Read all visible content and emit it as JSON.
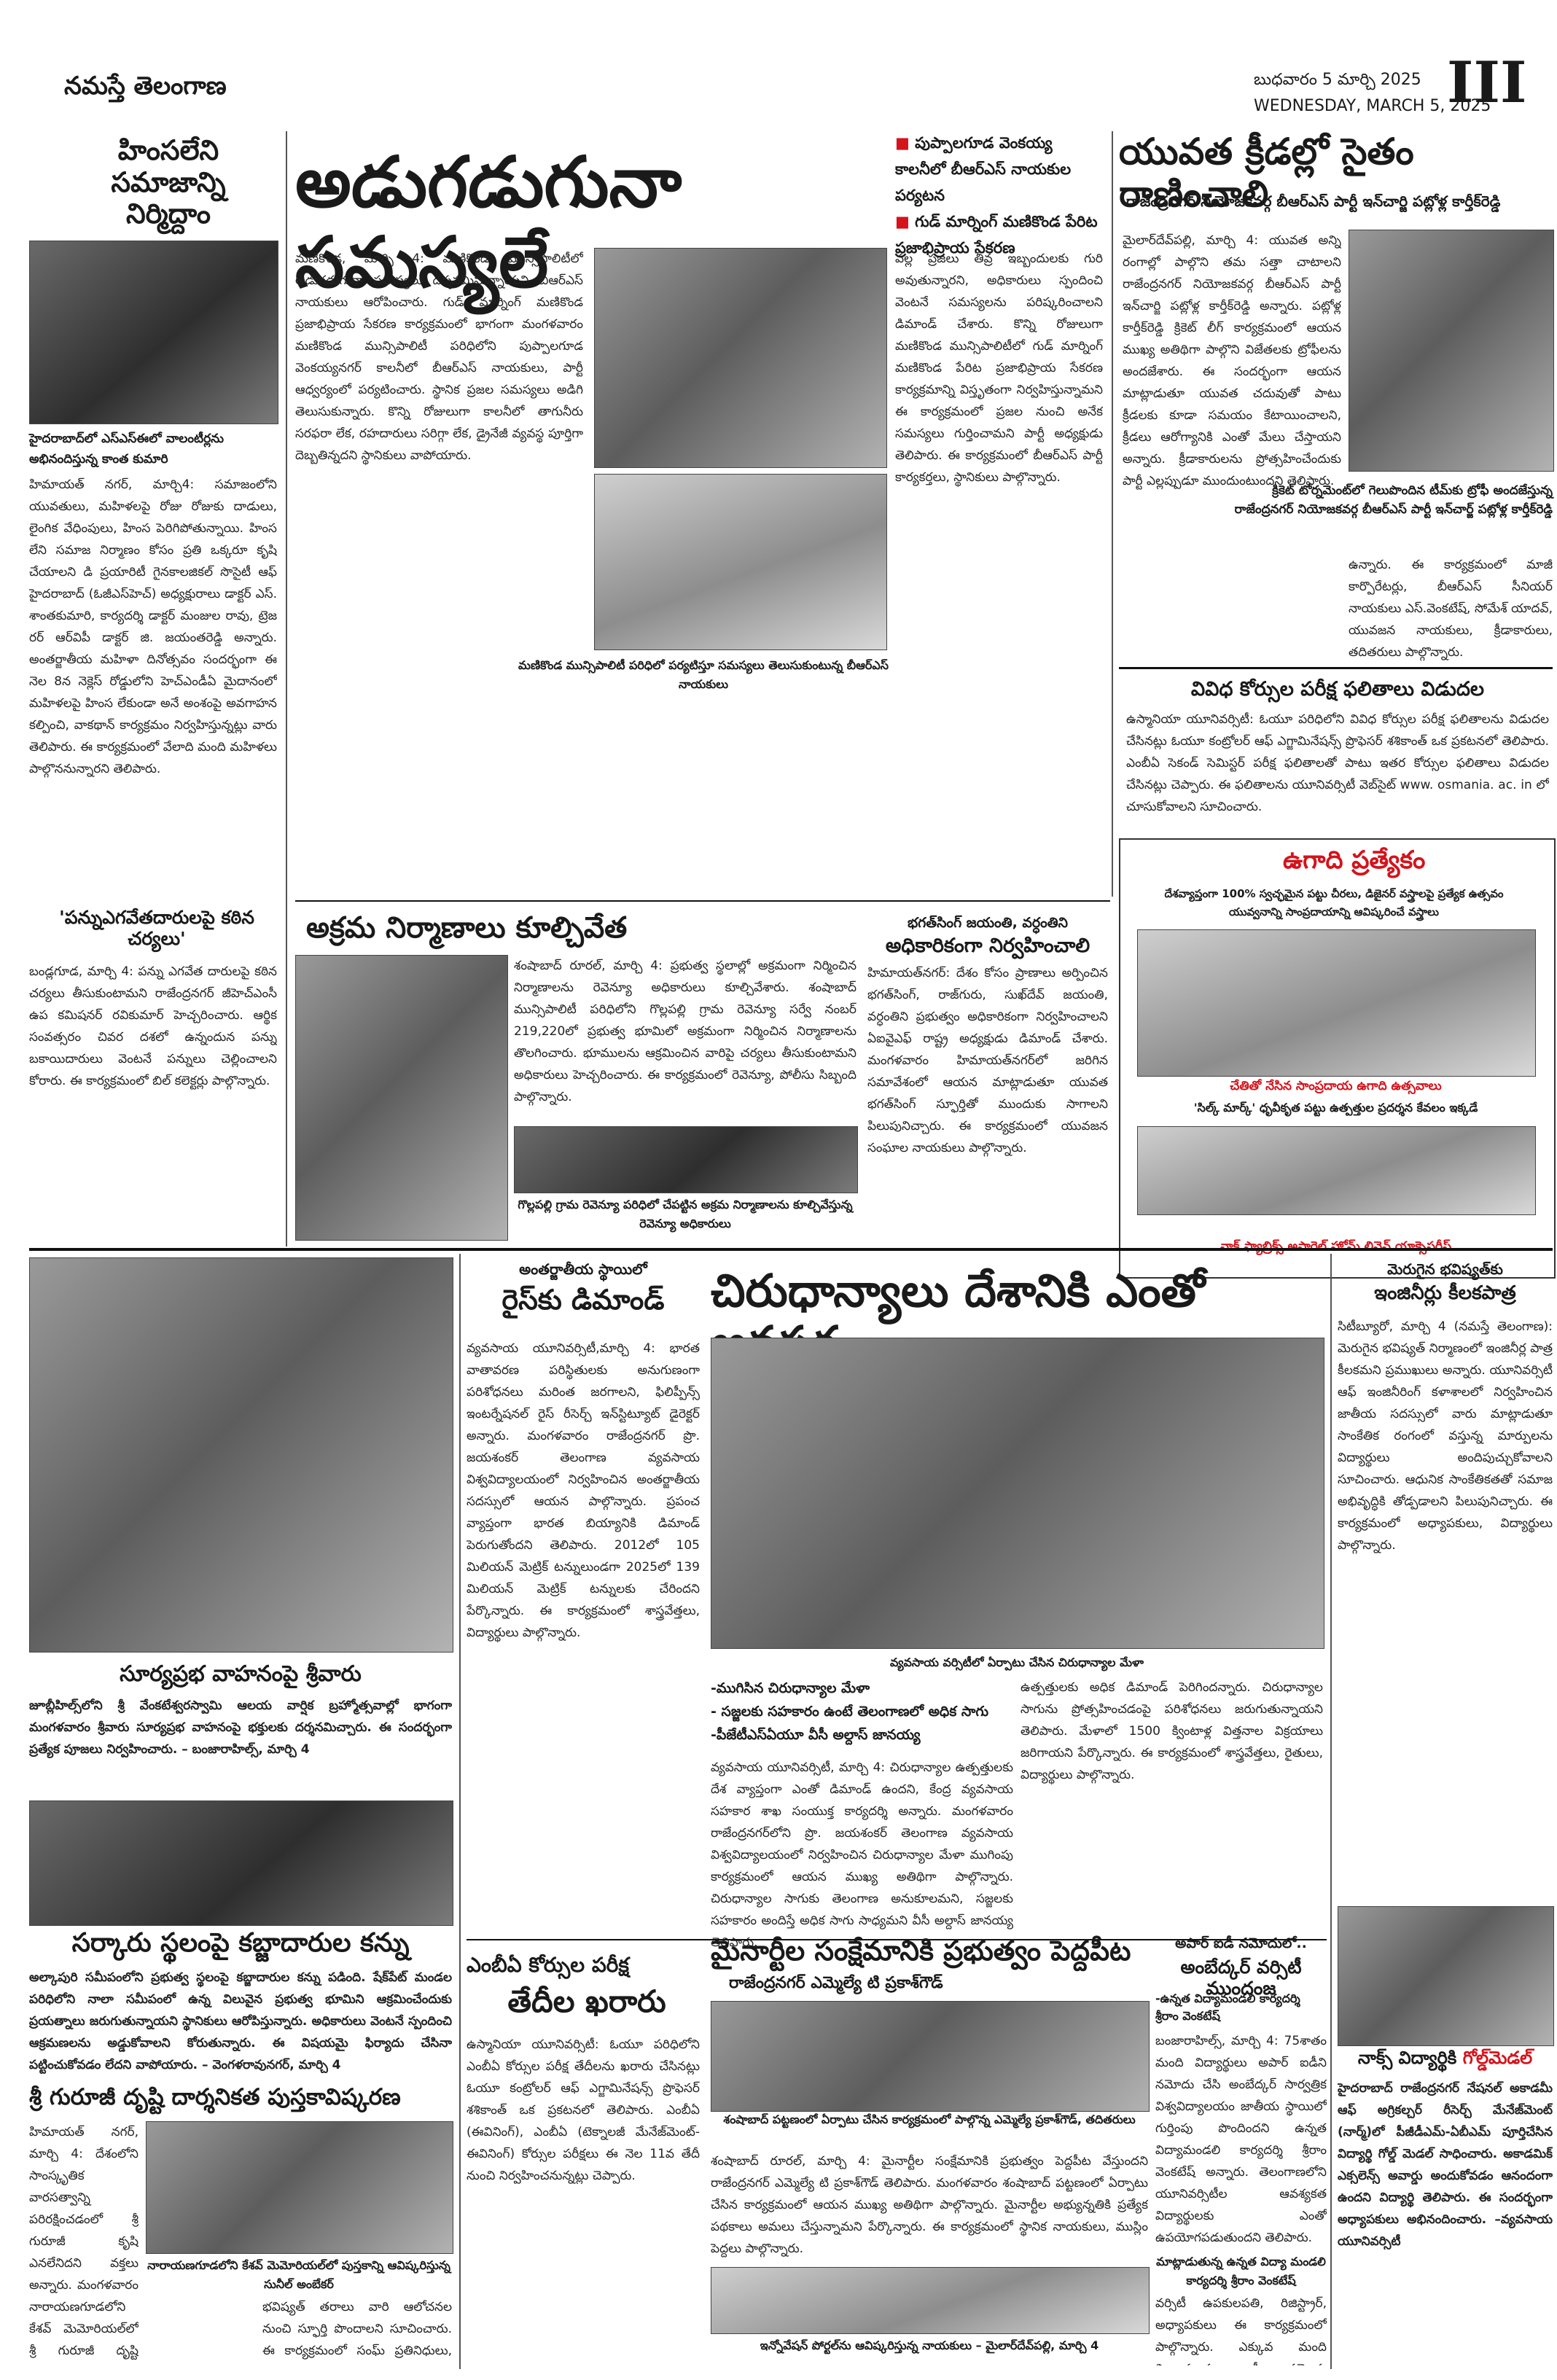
{
  "masthead": {
    "name": "నమస్తే తెలంగాణ",
    "date_te": "బుధవారం 5 మార్చి 2025",
    "date_en": "WEDNESDAY, MARCH 5, 2025",
    "page_number": "III"
  },
  "story_left": {
    "headline": "హింసలేని సమాజాన్ని నిర్మిద్దాం",
    "subhead": "హైదరాబాద్‌లో ఎస్‌ఎస్‌ఈలో వాలంటీర్లను అభినందిస్తున్న కాంత కుమారి",
    "body": "హిమాయత్‌ నగర్‌, మార్చి4: సమాజంలోని యువతులు, మహిళలపై రోజు రోజుకు దాడులు, లైంగిక వేధింపులు, హింస పెరిగిపోతున్నాయి. హింస లేని సమాజ నిర్మాణం కోసం ప్రతి ఒక్కరూ కృషి చేయాలని డి ప్రయారిటీ గైనకాలజికల్‌ సొసైటీ ఆఫ్‌ హైదరాబాద్‌ (ఓజీఎస్‌హెచ్‌) అధ్యక్షురాలు డాక్టర్‌ ఎస్‌. శాంతకుమారి, కార్యదర్శి డాక్టర్‌ మంజుల రావు, ట్రెజ రర్‌ ఆర్‌విపీ డాక్టర్‌ జి. జయంతరెడ్డి అన్నారు. అంతర్జాతీయ మహిళా దినోత్సవం సందర్భంగా ఈ నెల 8న నెక్లెస్‌ రోడ్డులోని హెచ్‌ఎండీఏ మైదానంలో మహిళలపై హింస లేకుండా అనే అంశంపై అవగాహన కల్పించి, వాకథాన్‌ కార్యక్రమం నిర్వహిస్తున్నట్లు వారు తెలిపారు. ఈ కార్యక్రమంలో వేలాది మంది మహిళలు పాల్గొననున్నారని తెలిపారు.",
    "sub2": "'పన్నుఎగవేతదారులపై కఠిన చర్యలు'",
    "body2": "బండ్లగూడ, మార్చి 4: పన్ను ఎగవేత దారులపై కఠిన చర్యలు తీసుకుంటామని రాజేంద్రనగర్‌ జీహెచ్‌ఎంసీ ఉప కమిషనర్‌ రవికుమార్‌ హెచ్చరించారు. ఆర్థిక సంవత్సరం చివర దశలో ఉన్నందున పన్ను బకాయిదారులు వెంటనే పన్నులు చెల్లించాలని కోరారు. ఈ కార్యక్రమంలో బిల్‌ కలెక్టర్లు పాల్గొన్నారు."
  },
  "story_main": {
    "headline": "అడుగడుగునా సమస్యలే",
    "bullets": [
      "పుప్పాలగూడ వెంకయ్య కాలనీలో బీఆర్‌ఎస్‌ నాయకుల పర్యటన",
      "గుడ్‌ మార్నింగ్‌ మణికొండ పేరిట ప్రజాభిప్రాయ సేకరణ"
    ],
    "body": "మణికొండ, మార్చి 4: మణికొండ మున్సిపాలిటీలో అడుగడుగునా సమస్యలు దర్శనమిస్తున్నాయని బీఆర్‌ఎస్‌ నాయకులు ఆరోపించారు. గుడ్‌ మార్నింగ్‌ మణికొండ ప్రజాభిప్రాయ సేకరణ కార్యక్రమంలో భాగంగా మంగళవారం మణికొండ మున్సిపాలిటీ పరిధిలోని పుప్పాలగూడ వెంకయ్యనగర్‌ కాలనీలో బీఆర్‌ఎస్‌ నాయకులు, పార్టీ ఆధ్వర్యంలో పర్యటించారు. స్థానిక ప్రజల సమస్యలు అడిగి తెలుసుకున్నారు. కొన్ని రోజులుగా కాలనీలో తాగునీరు సరఫరా లేక, రహదారులు సరిగ్గా లేక, డ్రైనేజీ వ్యవస్థ పూర్తిగా దెబ్బతిన్నదని స్థానికులు వాపోయారు.",
    "photo_caption": "మణికొండ మున్సిపాలిటీ పరిధిలో పర్యటిస్తూ సమస్యలు తెలుసుకుంటున్న బీఆర్‌ఎస్‌ నాయకులు",
    "body_col3": "వల్ల ప్రజలు తీవ్ర ఇబ్బందులకు గురి అవుతున్నారని, అధికారులు స్పందించి వెంటనే సమస్యలను పరిష్కరించాలని డిమాండ్‌ చేశారు. కొన్ని రోజులుగా మణికొండ మున్సిపాలిటీలో గుడ్‌ మార్నింగ్‌ మణికొండ పేరిట ప్రజాభిప్రాయ సేకరణ కార్యక్రమాన్ని విస్తృతంగా నిర్వహిస్తున్నామని ఈ కార్యక్రమంలో ప్రజల నుంచి అనేక సమస్యలు గుర్తించామని పార్టీ అధ్యక్షుడు తెలిపారు. ఈ కార్యక్రమంలో బీఆర్‌ఎస్‌ పార్టీ కార్యకర్తలు, స్థానికులు పాల్గొన్నారు."
  },
  "story_right1": {
    "headline": "యువత క్రీడల్లో సైతం రాణించాలి",
    "subhead": "రాజేంద్రనగర్‌ నియోజకవర్గ బీఆర్‌ఎస్‌ పార్టీ ఇన్‌చార్జి పట్లోళ్ల కార్తీక్‌రెడ్డి",
    "body": "మైలార్‌దేవ్‌పల్లి, మార్చి 4: యువత అన్ని రంగాల్లో పాల్గొని తమ సత్తా చాటాలని రాజేంద్రనగర్‌ నియోజకవర్గ బీఆర్‌ఎస్‌ పార్టీ ఇన్‌చార్జి పట్లోళ్ల కార్తీక్‌రెడ్డి అన్నారు. పట్లోళ్ల కార్తీక్‌రెడ్డి క్రికెట్‌ లీగ్‌ కార్యక్రమంలో ఆయన ముఖ్య అతిథిగా పాల్గొని విజేతలకు ట్రోఫీలను అందజేశారు. ఈ సందర్భంగా ఆయన మాట్లాడుతూ యువత చదువుతో పాటు క్రీడలకు కూడా సమయం కేటాయించాలని, క్రీడలు ఆరోగ్యానికి ఎంతో మేలు చేస్తాయని అన్నారు. క్రీడాకారులను ప్రోత్సహించేందుకు పార్టీ ఎల్లప్పుడూ ముందుంటుందని తెలిపారు.",
    "photo_caption": "క్రికెట్‌ టోర్నమెంట్‌లో గెలుపొందిన టీమ్‌కు ట్రోఫీ అందజేస్తున్న రాజేంద్రనగర్‌ నియోజకవర్గ బీఆర్‌ఎస్‌ పార్టీ ఇన్‌చార్జ్‌ పట్లోళ్ల కార్తీక్‌రెడ్డి",
    "body2": "ఉన్నారు. ఈ కార్యక్రమంలో మాజీ కార్పొరేటర్లు, బీఆర్‌ఎస్‌ సీనియర్‌ నాయకులు ఎస్‌.వెంకటేష్‌, సోమేశ్‌ యాదవ్‌, యువజన నాయకులు, క్రీడాకారులు, తదితరులు పాల్గొన్నారు."
  },
  "story_results": {
    "headline": "వివిధ కోర్సుల పరీక్ష ఫలితాలు విడుదల",
    "body": "ఉస్మానియా యూనివర్సిటీ: ఓయూ పరిధిలోని వివిధ కోర్సుల పరీక్ష ఫలితాలను విడుదల చేసినట్లు ఓయూ కంట్రోలర్‌ ఆఫ్‌ ఎగ్జామినేషన్స్‌ ప్రొఫెసర్‌ శశికాంత్‌ ఒక ప్రకటనలో తెలిపారు. ఎంబీఏ సెకండ్‌ సెమిస్టర్‌ పరీక్ష ఫలితాలతో పాటు ఇతర కోర్సుల ఫలితాలు విడుదల చేసినట్లు చెప్పారు. ఈ ఫలితాలను యూనివర్సిటీ వెబ్‌సైట్‌ www. osmania. ac. in లో చూసుకోవాలని సూచించారు."
  },
  "ugadi": {
    "label": "ఉగాది ప్రత్యేకం",
    "line1": "దేశవ్యాప్తంగా 100% స్వచ్ఛమైన పట్టు చీరలు, డిజైనర్‌ వస్త్రాలపై ప్రత్యేక ఉత్సవం",
    "line2": "యువ్వనాన్ని సాంప్రదాయాన్ని ఆవిష్కరించే వస్త్రాలు",
    "caption1": "చేతితో నేసిన సాంప్రదాయ ఉగాది ఉత్సవాలు",
    "caption2": "'సిల్క్‌ మార్క్‌' ధృవీకృత పట్టు ఉత్పత్తుల ప్రదర్శన కేవలం ఇక్కడే",
    "caption3": "నాక్‌ ఫ్యాబ్రిక్స్‌ అపారెల్‌ హోమ్‌ లినెన్‌ యాక్సెసరీస్‌"
  },
  "story_demolition": {
    "headline": "అక్రమ నిర్మాణాలు కూల్చివేత",
    "body": "శంషాబాద్‌ రూరల్‌, మార్చి 4: ప్రభుత్వ స్థలాల్లో అక్రమంగా నిర్మించిన నిర్మాణాలను రెవెన్యూ అధికారులు కూల్చివేశారు. శంషాబాద్‌ మున్సిపాలిటీ పరిధిలోని గొల్లపల్లి గ్రామ రెవెన్యూ సర్వే నంబర్‌ 219,220లో ప్రభుత్వ భూమిలో అక్రమంగా నిర్మించిన నిర్మాణాలను తొలగించారు. భూములను ఆక్రమించిన వారిపై చర్యలు తీసుకుంటామని అధికారులు హెచ్చరించారు. ఈ కార్యక్రమంలో రెవెన్యూ, పోలీసు సిబ్బంది పాల్గొన్నారు.",
    "photo_caption": "గొల్లపల్లి గ్రామ రెవెన్యూ పరిధిలో చేపట్టిన అక్రమ నిర్మాణాలను కూల్చివేస్తున్న రెవెన్యూ అధికారులు"
  },
  "story_bhagat": {
    "kicker": "భగత్‌సింగ్‌ జయంతి, వర్ధంతిని",
    "headline": "అధికారికంగా నిర్వహించాలి",
    "body": "హిమాయత్‌నగర్‌: దేశం కోసం ప్రాణాలు అర్పించిన భగత్‌సింగ్‌, రాజ్‌గురు, సుఖ్‌దేవ్‌ జయంతి, వర్ధంతిని ప్రభుత్వం అధికారికంగా నిర్వహించాలని ఏఐవైఎఫ్‌ రాష్ట్ర అధ్యక్షుడు డిమాండ్‌ చేశారు. మంగళవారం హిమాయత్‌నగర్‌లో జరిగిన సమావేశంలో ఆయన మాట్లాడుతూ యువత భగత్‌సింగ్‌ స్ఫూర్తితో ముందుకు సాగాలని పిలుపునిచ్చారు. ఈ కార్యక్రమంలో యువజన సంఘాల నాయకులు పాల్గొన్నారు."
  },
  "story_rice": {
    "kicker": "అంతర్జాతీయ స్థాయిలో",
    "headline": "రైస్‌కు డిమాండ్‌",
    "body": "వ్యవసాయ యూనివర్సిటీ,మార్చి 4: భారత వాతావరణ పరిస్థితులకు అనుగుణంగా పరిశోధనలు మరింత జరగాలని, ఫిలిప్పీన్స్‌ ఇంటర్నేషనల్‌ రైస్‌ రీసెర్చ్‌ ఇన్‌స్టిట్యూట్‌ డైరెక్టర్‌ అన్నారు. మంగళవారం రాజేంద్రనగర్‌ ప్రొ. జయశంకర్‌ తెలంగాణ వ్యవసాయ విశ్వవిద్యాలయంలో నిర్వహించిన అంతర్జాతీయ సదస్సులో ఆయన పాల్గొన్నారు. ప్రపంచ వ్యాప్తంగా భారత బియ్యానికి డిమాండ్‌ పెరుగుతోందని తెలిపారు. 2012లో 105 మిలియన్‌ మెట్రిక్‌ టన్నులుండగా 2025లో 139 మిలియన్‌ మెట్రిక్‌ టన్నులకు చేరిందని పేర్కొన్నారు. ఈ కార్యక్రమంలో శాస్త్రవేత్తలు, విద్యార్థులు పాల్గొన్నారు."
  },
  "story_millets": {
    "headline": "చిరుధాన్యాలు దేశానికి ఎంతో అవసరం",
    "photo_caption": "వ్యవసాయ వర్సిటీలో ఏర్పాటు చేసిన చిరుధాన్యాల మేళా",
    "bullets": [
      "-ముగిసిన చిరుధాన్యాల మేళా",
      "- సజ్జలకు సహకారం ఉంటే తెలంగాణలో అధిక సాగు",
      "-పీజేటీఎస్‌ఏయూ వీసీ అల్దాస్‌ జానయ్య"
    ],
    "body": "వ్యవసాయ యూనివర్సిటీ, మార్చి 4: చిరుధాన్యాల ఉత్పత్తులకు దేశ వ్యాప్తంగా ఎంతో డిమాండ్‌ ఉందని, కేంద్ర వ్యవసాయ సహకార శాఖ సంయుక్త కార్యదర్శి అన్నారు. మంగళవారం రాజేంద్రనగర్‌లోని ప్రొ. జయశంకర్‌ తెలంగాణ వ్యవసాయ విశ్వవిద్యాలయంలో నిర్వహించిన చిరుధాన్యాల మేళా ముగింపు కార్యక్రమంలో ఆయన ముఖ్య అతిథిగా పాల్గొన్నారు. చిరుధాన్యాల సాగుకు తెలంగాణ అనుకూలమని, సజ్జలకు సహకారం అందిస్తే అధిక సాగు సాధ్యమని వీసీ అల్దాస్‌ జానయ్య తెలిపారు.",
    "body2": "ఉత్పత్తులకు అధిక డిమాండ్‌ పెరిగిందన్నారు. చిరుధాన్యాల సాగును ప్రోత్సహించడంపై పరిశోధనలు జరుగుతున్నాయని తెలిపారు. మేళాలో 1500 క్వింటాళ్ల విత్తనాల విక్రయాలు జరిగాయని పేర్కొన్నారు. ఈ కార్యక్రమంలో శాస్త్రవేత్తలు, రైతులు, విద్యార్థులు పాల్గొన్నారు."
  },
  "story_engineers": {
    "kicker": "మెరుగైన భవిష్యత్‌కు",
    "headline": "ఇంజినీర్లు కీలకపాత్ర",
    "body": "సిటీబ్యూరో, మార్చి 4 (నమస్తే తెలంగాణ): మెరుగైన భవిష్యత్‌ నిర్మాణంలో ఇంజినీర్ల పాత్ర కీలకమని ప్రముఖులు అన్నారు. యూనివర్సిటీ ఆఫ్‌ ఇంజినీరింగ్‌ కళాశాలలో నిర్వహించిన జాతీయ సదస్సులో వారు మాట్లాడుతూ సాంకేతిక రంగంలో వస్తున్న మార్పులను విద్యార్థులు అందిపుచ్చుకోవాలని సూచించారు. ఆధునిక సాంకేతికతతో సమాజ అభివృద్ధికి తోడ్పడాలని పిలుపునిచ్చారు. ఈ కార్యక్రమంలో అధ్యాపకులు, విద్యార్థులు పాల్గొన్నారు."
  },
  "story_surya": {
    "headline": "సూర్యప్రభ వాహనంపై శ్రీవారు",
    "body": "జూబ్లీహిల్స్‌లోని శ్రీ వేంకటేశ్వరస్వామి ఆలయ వార్షిక బ్రహ్మోత్సవాల్లో భాగంగా మంగళవారం శ్రీవారు సూర్యప్రభ వాహనంపై భక్తులకు దర్శనమిచ్చారు. ఈ సందర్భంగా ప్రత్యేక పూజలు నిర్వహించారు. – బంజారాహిల్స్‌, మార్చి 4"
  },
  "story_land": {
    "headline": "సర్కారు స్థలంపై కబ్జాదారుల కన్ను",
    "body": "అల్కాపురి సమీపంలోని ప్రభుత్వ స్థలంపై కబ్జాదారుల కన్ను పడింది. షేక్‌పేట్‌ మండల పరిధిలోని నాలా సమీపంలో ఉన్న విలువైన ప్రభుత్వ భూమిని ఆక్రమించేందుకు ప్రయత్నాలు జరుగుతున్నాయని స్థానికులు ఆరోపిస్తున్నారు. అధికారులు వెంటనే స్పందించి ఆక్రమణలను అడ్డుకోవాలని కోరుతున్నారు. ఈ విషయమై ఫిర్యాదు చేసినా పట్టించుకోవడం లేదని వాపోయారు. – వెంగళరావునగర్‌, మార్చి 4"
  },
  "story_book": {
    "headline": "శ్రీ గురూజీ దృష్టి దార్శనికత పుస్తకావిష్కరణ",
    "body": "హిమాయత్‌ నగర్‌, మార్చి 4: దేశంలోని సాంస్కృతిక వారసత్వాన్ని పరిరక్షించడంలో శ్రీ గురూజీ కృషి ఎనలేనిదని వక్తలు అన్నారు. మంగళవారం నారాయణగూడలోని కేశవ్‌ మెమోరియల్‌లో శ్రీ గురూజీ దృష్టి దార్శనికత పుస్తకాన్ని ఆవిష్కరించారు.",
    "photo_caption": "నారాయణగూడలోని కేశవ్‌ మెమోరియల్‌లో పుస్తకాన్ని ఆవిష్కరిస్తున్న సునీల్‌ అంబేకర్‌",
    "body2": "భవిష్యత్‌ తరాలు వారి ఆలోచనల నుంచి స్ఫూర్తి పొందాలని సూచించారు. ఈ కార్యక్రమంలో సంఘ్‌ ప్రతినిధులు, సాహితీవేత్తలు, విద్యార్థులు పాల్గొన్నారు."
  },
  "story_mbbs": {
    "kicker": "ఎంబీఏ కోర్సుల పరీక్ష",
    "headline": "తేదీల ఖరారు",
    "body": "ఉస్మానియా యూనివర్సిటీ: ఓయూ పరిధిలోని ఎంబీఏ కోర్సుల పరీక్ష తేదీలను ఖరారు చేసినట్లు ఓయూ కంట్రోలర్‌ ఆఫ్‌ ఎగ్జామినేషన్స్‌ ప్రొఫెసర్‌ శశికాంత్‌ ఒక ప్రకటనలో తెలిపారు. ఎంబీఏ (ఈవినింగ్‌), ఎంబీఏ (టెక్నాలజీ మేనేజ్‌మెంట్‌- ఈవినింగ్‌) కోర్సుల పరీక్షలు ఈ నెల 11వ తేదీ నుంచి నిర్వహించనున్నట్లు చెప్పారు."
  },
  "story_minority": {
    "headline": "మైనార్టీల సంక్షేమానికి ప్రభుత్వం పెద్దపీట",
    "subhead": "రాజేంద్రనగర్‌ ఎమ్మెల్యే టి ప్రకాశ్‌గౌడ్‌",
    "photo_caption": "శంషాబాద్‌ పట్టణంలో ఏర్పాటు చేసిన కార్యక్రమంలో పాల్గొన్న ఎమ్మెల్యే ప్రకాశ్‌గౌడ్‌, తదితరులు",
    "body": "శంషాబాద్‌ రూరల్‌, మార్చి 4: మైనార్టీల సంక్షేమానికి ప్రభుత్వం పెద్దపీట వేస్తుందని రాజేంద్రనగర్‌ ఎమ్మెల్యే టి ప్రకాశ్‌గౌడ్‌ తెలిపారు. మంగళవారం శంషాబాద్‌ పట్టణంలో ఏర్పాటు చేసిన కార్యక్రమంలో ఆయన ముఖ్య అతిథిగా పాల్గొన్నారు. మైనార్టీల అభ్యున్నతికి ప్రత్యేక పథకాలు అమలు చేస్తున్నామని పేర్కొన్నారు. ఈ కార్యక్రమంలో స్థానిక నాయకులు, ముస్లిం పెద్దలు పాల్గొన్నారు.",
    "sub2_caption": "ఇన్నోవేషన్‌ పోర్టల్‌ను ఆవిష్కరిస్తున్న నాయకులు – మైలార్‌దేవ్‌పల్లి, మార్చి 4"
  },
  "story_ambedkar": {
    "kicker": "అపార్‌ ఐడీ నమోదులో..",
    "headline": "అంబేద్కర్‌ వర్సిటీ ముందంజ",
    "subhead": "-ఉన్నత విద్యామండలి కార్యదర్శి శ్రీరాం వెంకటేష్‌",
    "body": "బంజారాహిల్స్‌, మార్చి 4: 75శాతం మంది విద్యార్థులు అపార్‌ ఐడీని నమోదు చేసి అంబేద్కర్‌ సార్వత్రిక విశ్వవిద్యాలయం జాతీయ స్థాయిలో గుర్తింపు పొందిందని ఉన్నత విద్యామండలి కార్యదర్శి శ్రీరాం వెంకటేష్‌ అన్నారు. తెలంగాణలోని యూనివర్సిటీల ఆవశ్యకత విద్యార్థులకు ఎంతో ఉపయోగపడుతుందని తెలిపారు.",
    "photo_caption": "మాట్లాడుతున్న ఉన్నత విద్యా మండలి కార్యదర్శి శ్రీరాం వెంకటేష్‌",
    "body2": "వర్సిటీ ఉపకులపతి, రిజిస్ట్రార్‌, అధ్యాపకులు ఈ కార్యక్రమంలో పాల్గొన్నారు. ఎక్కువ మంది విద్యార్థులకు ఐడీ నమోదు చేయాలని సూచించారు."
  },
  "story_gold": {
    "headline_a": "నాక్స్‌ విద్యార్థికి",
    "headline_b": "గోల్డ్‌మెడల్‌",
    "body": "హైదరాబాద్‌ రాజేంద్రనగర్‌ నేషనల్‌ అకాడమీ ఆఫ్‌ అగ్రికల్చర్‌ రీసెర్చ్‌ మేనేజ్‌మెంట్‌ (నార్మ్‌)లో పీజీడీఎమ్‌-ఏబీఎమ్‌ పూర్తిచేసిన విద్యార్థి గోల్డ్‌ మెడల్‌ సాధించారు. అకాడమిక్‌ ఎక్సలెన్స్‌ అవార్డు అందుకోవడం ఆనందంగా ఉందని విద్యార్థి తెలిపారు. ఈ సందర్భంగా అధ్యాపకులు అభినందించారు. –వ్యవసాయ యూనివర్సిటీ"
  }
}
